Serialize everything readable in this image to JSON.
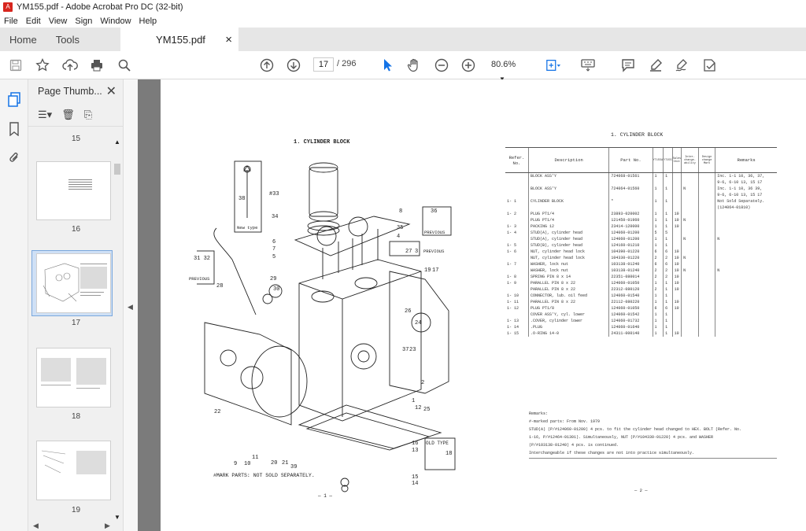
{
  "window": {
    "title": "YM155.pdf - Adobe Acrobat Pro DC (32-bit)"
  },
  "menu": [
    "File",
    "Edit",
    "View",
    "Sign",
    "Window",
    "Help"
  ],
  "tabs": {
    "home": "Home",
    "tools": "Tools",
    "doc": "YM155.pdf",
    "close": "×"
  },
  "nav": {
    "current_page": "17",
    "total": "/ 296",
    "zoom": "80.6%"
  },
  "thumbs": {
    "title": "Page Thumb...",
    "labels": [
      "15",
      "16",
      "17",
      "18",
      "19"
    ]
  },
  "diagram": {
    "title": "1.  CYLINDER BLOCK",
    "note": "#MARK PARTS: NOT SOLD SEPARATELY.",
    "page_no": "— 1 —",
    "callouts": [
      "38",
      "#33",
      "34",
      "6",
      "7",
      "8",
      "36",
      "35",
      "4",
      "31 32",
      "28",
      "29",
      "30",
      "5",
      "27",
      "3",
      "19",
      "17",
      "26",
      "24",
      "23",
      "25",
      "12",
      "1",
      "2",
      "21",
      "20",
      "22",
      "9",
      "10",
      "11",
      "16",
      "13",
      "18",
      "15",
      "14",
      "39",
      "37"
    ],
    "labels": {
      "new_type": "New type",
      "previous": "PREVIOUS",
      "old_type": "OLD TYPE"
    }
  },
  "parts_page": {
    "title": "1.  CYLINDER BLOCK",
    "headers": [
      "Refer. No.",
      "Description",
      "Part No.",
      "YT155A",
      "YT155",
      "Sales Unit",
      "Inter-change-ability",
      "Design change Mark",
      "Remarks"
    ],
    "rows": [
      [
        "",
        "BLOCK ASS'Y",
        "724068-01561",
        "1",
        "1",
        "",
        "",
        "",
        "Inc. 1-1  10, 36, 37,"
      ],
      [
        "",
        "",
        "",
        "",
        "",
        "",
        "",
        "",
        "9-6, 6-10  13, 15  17"
      ],
      [
        "",
        "BLOCK ASS'Y",
        "724064-01560",
        "1",
        "1",
        "",
        "N",
        "",
        "Inc. 1-1  10, 36  39,"
      ],
      [
        "",
        "",
        "",
        "",
        "",
        "",
        "",
        "",
        "9-6, 6-10  13, 15  17"
      ],
      [
        "1-  1",
        "CYLINDER BLOCK",
        "*",
        "1",
        "1",
        "",
        "",
        "",
        "Not Sold Separately."
      ],
      [
        "",
        "",
        "",
        "",
        "",
        "",
        "",
        "",
        "(124064-01810)"
      ],
      [
        "1-  2",
        "PLUG PT1/4",
        "23893-020002",
        "1",
        "1",
        "10",
        "",
        "",
        ""
      ],
      [
        "",
        "PLUG PT1/4",
        "121450-01960",
        "1",
        "1",
        "10",
        "N",
        "",
        ""
      ],
      [
        "1-  3",
        "PACKING 12",
        "23414-120000",
        "1",
        "1",
        "10",
        "",
        "",
        ""
      ],
      [
        "1-  4",
        "STUD(A), cylinder head",
        "124060-01200",
        "5",
        "5",
        "",
        "",
        "",
        ""
      ],
      [
        "",
        "STUD(A), cylinder head",
        "124060-01200",
        "1",
        "1",
        "",
        "N",
        "",
        "N"
      ],
      [
        "1-  5",
        "STUD(B), cylinder head",
        "124160-01210",
        "1",
        "1",
        "",
        "",
        "",
        ""
      ],
      [
        "1-  6",
        "NUT, cylinder head lock",
        "104390-01220",
        "6",
        "6",
        "10",
        "",
        "",
        ""
      ],
      [
        "",
        "NUT, cylinder head lock",
        "104330-01220",
        "2",
        "2",
        "10",
        "N",
        "",
        ""
      ],
      [
        "1-  7",
        "WASHER, lock nut",
        "103138-01240",
        "6",
        "6",
        "10",
        "",
        "",
        ""
      ],
      [
        "",
        "WASHER, lock nut",
        "103138-01240",
        "2",
        "2",
        "10",
        "N",
        "",
        "N"
      ],
      [
        "1-  8",
        "SPRING PIN 8 x 14",
        "22351-080014",
        "2",
        "2",
        "10",
        "",
        "",
        ""
      ],
      [
        "1-  9",
        "PARALLEL PIN 8 x 22",
        "124060-01050",
        "1",
        "1",
        "10",
        "",
        "",
        ""
      ],
      [
        "",
        "PARALLEL PIN 8 x 22",
        "22312-080120",
        "2",
        "1",
        "10",
        "",
        "",
        ""
      ],
      [
        "1- 10",
        "CONNECTOR, lub. oil feed",
        "124060-01540",
        "1",
        "1",
        "",
        "",
        "",
        ""
      ],
      [
        "1- 11",
        "PARALLEL PIN 8 x 22",
        "22112-080220",
        "1",
        "1",
        "10",
        "",
        "",
        ""
      ],
      [
        "1- 12",
        "PLUG PT1/8",
        "124060-01050",
        "6",
        "6",
        "10",
        "",
        "",
        ""
      ],
      [
        "",
        "COVER ASS'Y, cyl. lower",
        "124060-01542",
        "1",
        "1",
        "",
        "",
        "",
        ""
      ],
      [
        "1- 13",
        ".COVER, cylinder lower",
        "124060-01732",
        "1",
        "1",
        "",
        "",
        "",
        ""
      ],
      [
        "1- 14",
        ".PLUG",
        "124060-01640",
        "1",
        "1",
        "",
        "",
        "",
        ""
      ],
      [
        "1- 15",
        ".O-RING 14-0",
        "24311-000140",
        "1",
        "1",
        "10",
        "",
        "",
        ""
      ]
    ],
    "remarks": [
      "Remarks:",
      "#-marked parts:  From Nov. 1979",
      "STUD(A) (P/#124060-01200) 4 pcs. to fit the cylinder head changed to HEX. BOLT (Refer. No.",
      "1-16, P/#12464-01301).  Simultaneously, NUT (P/#104330-01220) 4 pcs. and WASHER",
      "(P/#103138-01240) 4 pcs. is continued.",
      "Interchangeable if these changes are not into practice simultaneously."
    ],
    "page_no": "— 2 —"
  },
  "colors": {
    "accent": "#1473e6",
    "pdf_red": "#d7261e",
    "viewer_bg": "#7b7b7b"
  }
}
